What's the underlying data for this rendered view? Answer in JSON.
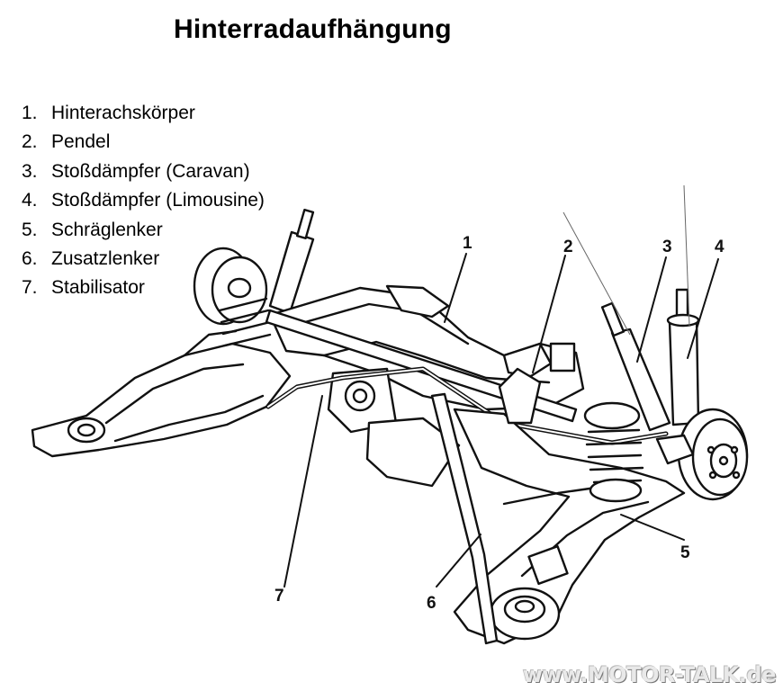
{
  "title": "Hinterradaufhängung",
  "legend": [
    {
      "num": "1.",
      "label": "Hinterachskörper"
    },
    {
      "num": "2.",
      "label": "Pendel"
    },
    {
      "num": "3.",
      "label": "Stoßdämpfer (Caravan)"
    },
    {
      "num": "4.",
      "label": "Stoßdämpfer (Limousine)"
    },
    {
      "num": "5.",
      "label": "Schräglenker"
    },
    {
      "num": "6.",
      "label": "Zusatzlenker"
    },
    {
      "num": "7.",
      "label": "Stabilisator"
    }
  ],
  "callouts": {
    "c1": "1",
    "c2": "2",
    "c3": "3",
    "c4": "4",
    "c5": "5",
    "c6": "6",
    "c7": "7"
  },
  "watermark": "www.MOTOR-TALK.de"
}
